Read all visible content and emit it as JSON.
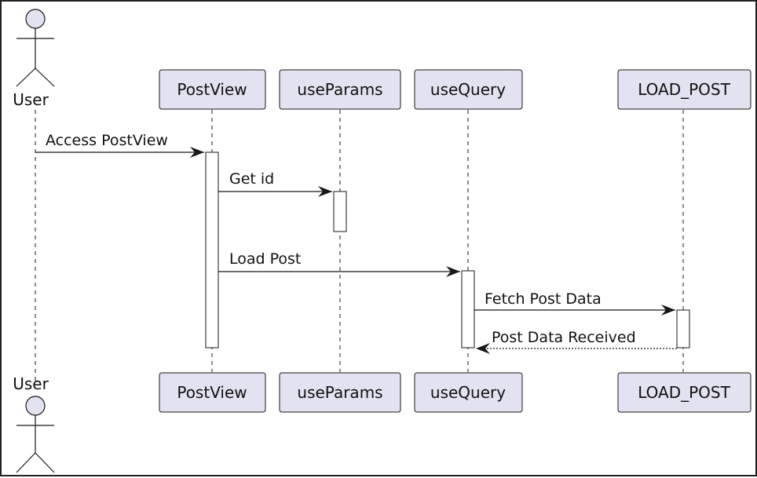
{
  "participants": [
    {
      "id": "user",
      "label": "User",
      "kind": "actor"
    },
    {
      "id": "postview",
      "label": "PostView",
      "kind": "participant"
    },
    {
      "id": "useparams",
      "label": "useParams",
      "kind": "participant"
    },
    {
      "id": "usequery",
      "label": "useQuery",
      "kind": "participant"
    },
    {
      "id": "load_post",
      "label": "LOAD_POST",
      "kind": "participant"
    }
  ],
  "messages": [
    {
      "from": "user",
      "to": "postview",
      "label": "Access PostView",
      "style": "solid"
    },
    {
      "from": "postview",
      "to": "useparams",
      "label": "Get id",
      "style": "solid"
    },
    {
      "from": "postview",
      "to": "usequery",
      "label": "Load Post",
      "style": "solid"
    },
    {
      "from": "usequery",
      "to": "load_post",
      "label": "Fetch Post Data",
      "style": "solid"
    },
    {
      "from": "load_post",
      "to": "usequery",
      "label": "Post Data Received",
      "style": "dashed"
    }
  ],
  "colors": {
    "participant_fill": "#E2E2F0",
    "line": "#181818",
    "frame_border": "#222222"
  }
}
